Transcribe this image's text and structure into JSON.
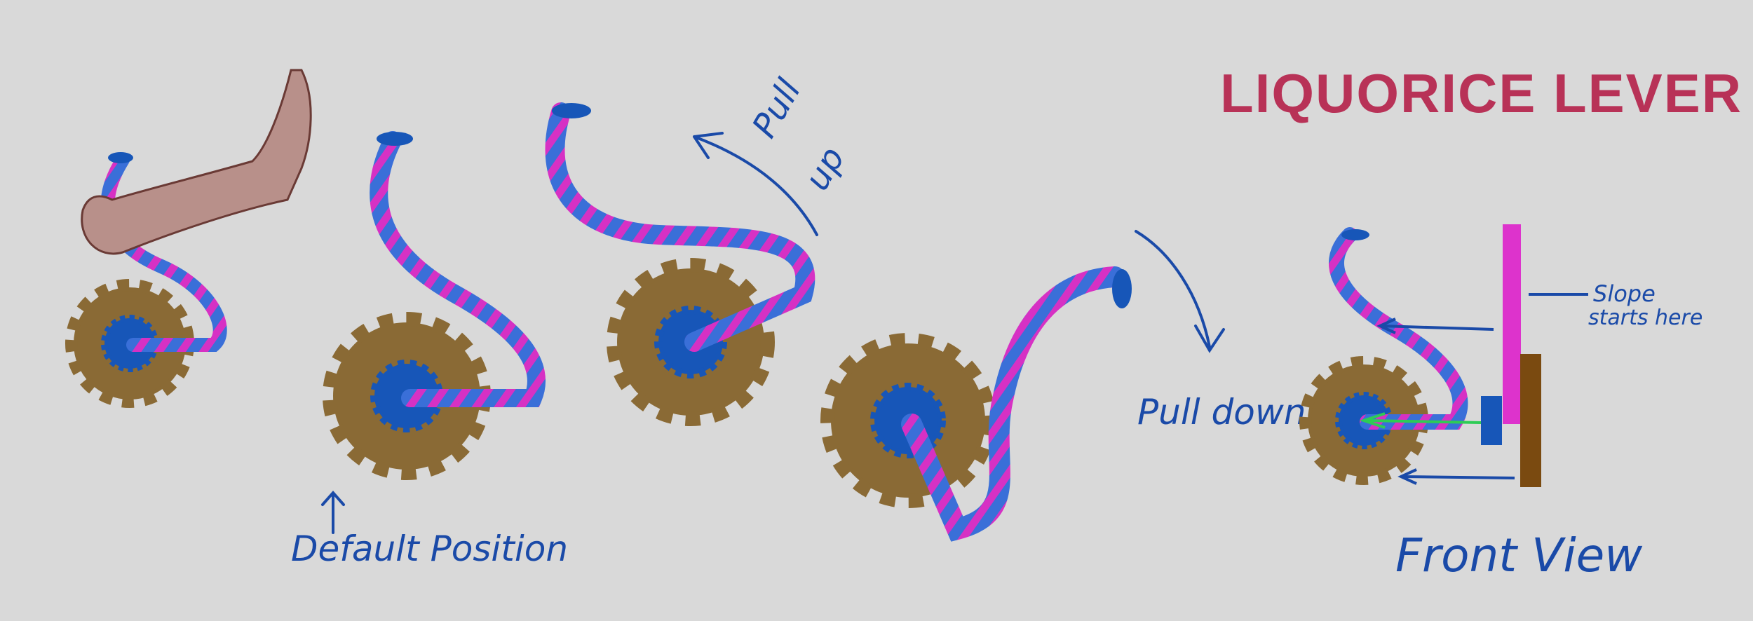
{
  "title": "LIQUORICE LEVER",
  "labels": {
    "default_position": "Default Position",
    "pull_up_1": "Pull",
    "pull_up_2": "up",
    "pull_down": "Pull down",
    "front_view": "Front View",
    "slope_1": "Slope",
    "slope_2": "starts here"
  },
  "colors": {
    "background": "#d9d9d9",
    "gear": "#8a6a35",
    "hub": "#1756b8",
    "lever_base": "#3a6fd8",
    "lever_stripe": "#d631c4",
    "annotation": "#1a4aa8",
    "title": "#b83257",
    "arm": "#b8908a",
    "slope_bar": "#dd33cc",
    "brown_bar": "#7a4a10",
    "green_arrow": "#2ecc55"
  }
}
